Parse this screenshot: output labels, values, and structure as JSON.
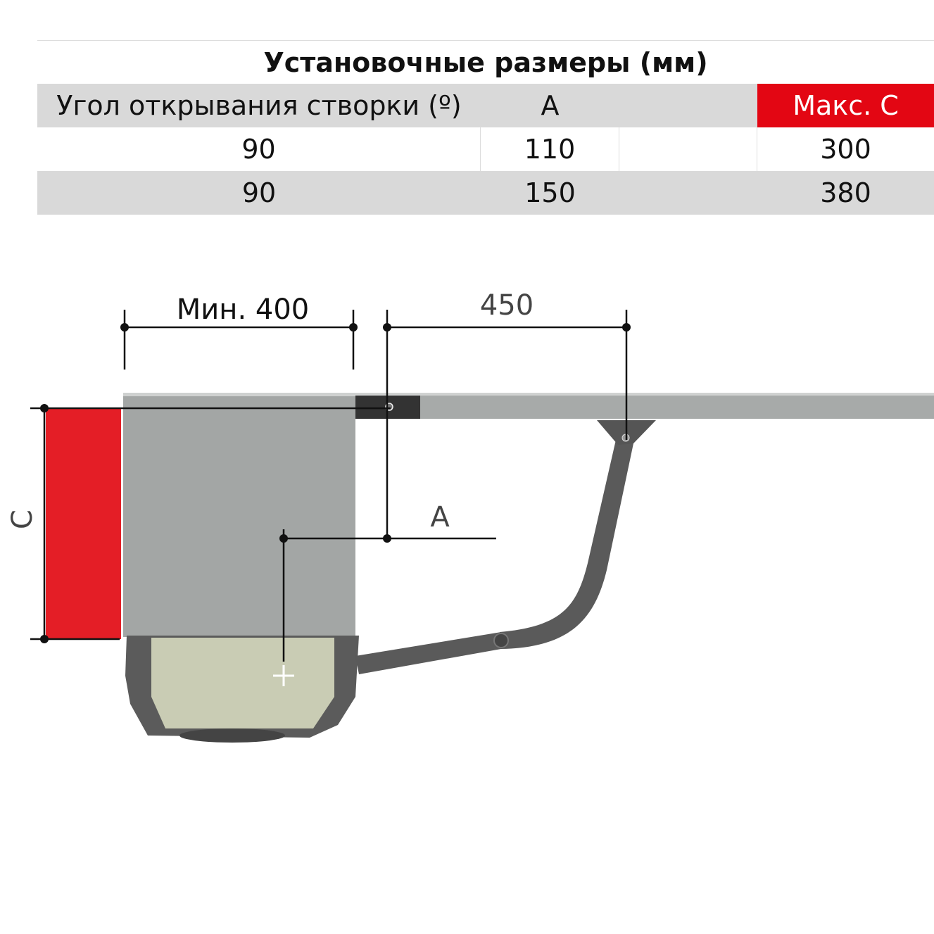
{
  "table": {
    "title": "Установочные размеры (мм)",
    "headers": [
      "Угол открывания створки (º)",
      "A",
      "",
      "Макс. C"
    ],
    "rows": [
      [
        "90",
        "110",
        "",
        "300"
      ],
      [
        "90",
        "150",
        "",
        "380"
      ]
    ]
  },
  "diagram": {
    "min_label": "Мин. 400",
    "arm_label": "450",
    "a_label": "A",
    "c_label": "C"
  },
  "colors": {
    "accent": "#e30613",
    "row_gray": "#d9d9d9",
    "pillar": "#a3a6a5",
    "motor": "#5a5a5a"
  }
}
